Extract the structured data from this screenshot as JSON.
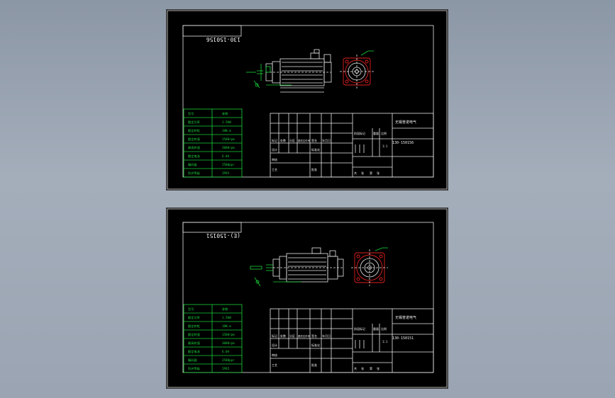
{
  "sheets": [
    {
      "mirrored_label": "130-150156",
      "company": "无锡普诺电气",
      "model": "130-150156",
      "rev_cells": [
        "标记",
        "处数",
        "分区",
        "更改文件号",
        "签名",
        "年月日"
      ],
      "role_cells": [
        "设计",
        "审核",
        "工艺"
      ],
      "std_cell": "标准化",
      "approve_cell": "批准",
      "stage_header": [
        "阶段标记",
        "重量",
        "比例"
      ],
      "scale": "1:1",
      "sheet_info": [
        "共",
        "张",
        "第",
        "张"
      ],
      "specs": [
        {
          "k": "型号",
          "v": "参数"
        },
        {
          "k": "额定功率",
          "v": "1.5KW"
        },
        {
          "k": "额定转矩",
          "v": "10N.m"
        },
        {
          "k": "额定转速",
          "v": "1500rpm"
        },
        {
          "k": "最高转速",
          "v": "3000rpm"
        },
        {
          "k": "额定电流",
          "v": "6.0A"
        },
        {
          "k": "编码器",
          "v": "2500ppr"
        },
        {
          "k": "防护等级",
          "v": "IP65"
        }
      ]
    },
    {
      "mirrored_label": "(E)-150151",
      "company": "无锡普诺电气",
      "model": "130-150151",
      "rev_cells": [
        "标记",
        "处数",
        "分区",
        "更改文件号",
        "签名",
        "年月日"
      ],
      "role_cells": [
        "设计",
        "审核",
        "工艺"
      ],
      "std_cell": "标准化",
      "approve_cell": "批准",
      "stage_header": [
        "阶段标记",
        "重量",
        "比例"
      ],
      "scale": "1:1",
      "sheet_info": [
        "共",
        "张",
        "第",
        "张"
      ],
      "specs": [
        {
          "k": "型号",
          "v": "参数"
        },
        {
          "k": "额定功率",
          "v": "1.5KW"
        },
        {
          "k": "额定转矩",
          "v": "10N.m"
        },
        {
          "k": "额定转速",
          "v": "1500rpm"
        },
        {
          "k": "最高转速",
          "v": "3000rpm"
        },
        {
          "k": "额定电流",
          "v": "6.0A"
        },
        {
          "k": "编码器",
          "v": "2500ppr"
        },
        {
          "k": "防护等级",
          "v": "IP65"
        }
      ]
    }
  ],
  "colors": {
    "background": "#9aa4b2",
    "paper": "#000000",
    "lines": "#e8e8e8",
    "spec_table": "#19d23a",
    "flange": "#e02020"
  }
}
